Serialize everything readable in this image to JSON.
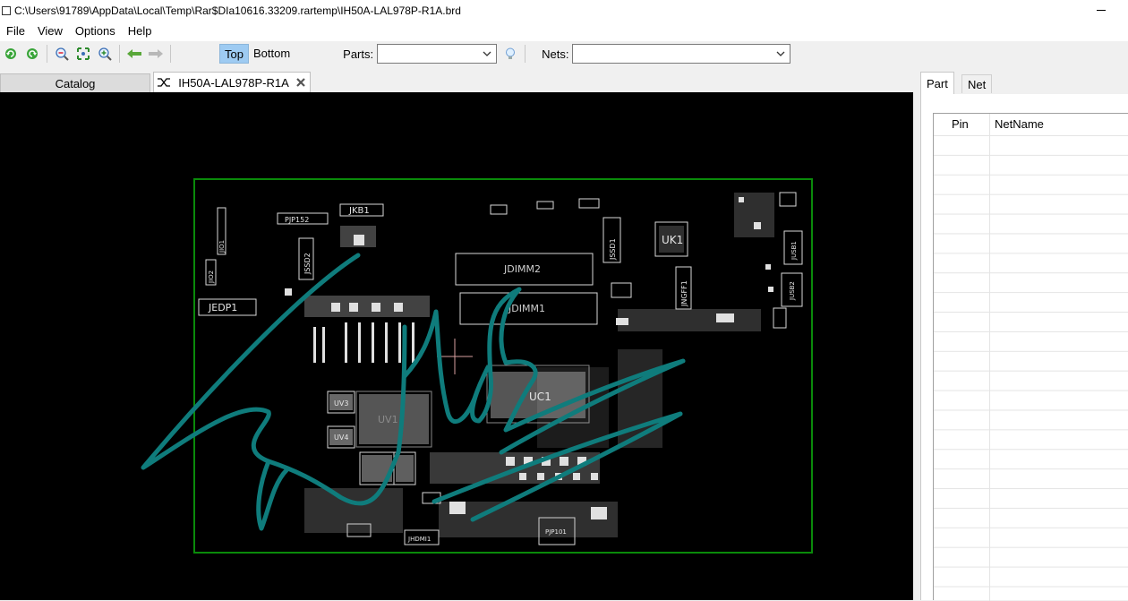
{
  "window": {
    "title": "C:\\Users\\91789\\AppData\\Local\\Temp\\Rar$DIa10616.33209.rartemp\\IH50A-LAL978P-R1A.brd"
  },
  "menu": {
    "items": [
      "File",
      "View",
      "Options",
      "Help"
    ]
  },
  "toolbar": {
    "top_label": "Top",
    "bottom_label": "Bottom",
    "parts_label": "Parts:",
    "parts_value": "",
    "nets_label": "Nets:",
    "nets_value": ""
  },
  "tabs": {
    "catalog": "Catalog",
    "board": "IH50A-LAL978P-R1A"
  },
  "right_panel": {
    "tabs": [
      "Part",
      "Net"
    ],
    "columns": [
      "Pin",
      "NetName"
    ]
  },
  "board_labels": {
    "jkb1": "JKB1",
    "pjp152": "PJP152",
    "jssd2": "JSSD2",
    "jssd1": "JSSD1",
    "uk1": "UK1",
    "jdimm2": "JDIMM2",
    "jdimm1": "JDIMM1",
    "jedp1": "JEDP1",
    "jngff1": "JNGFF1",
    "jusb1": "JUSB1",
    "jusb2": "JUSB2",
    "uc1": "UC1",
    "uv1": "UV1",
    "uv3": "UV3",
    "uv4": "UV4",
    "jhdmi1": "JHDMI1",
    "pjp101": "PJP101",
    "jio2": "JIO2",
    "jio1": "JIO1"
  },
  "colors": {
    "board_outline": "#0a8a0a",
    "scribble": "#0f7c7c",
    "silk": "#d8d8d8",
    "accent_toggle": "#9ecbf2"
  }
}
